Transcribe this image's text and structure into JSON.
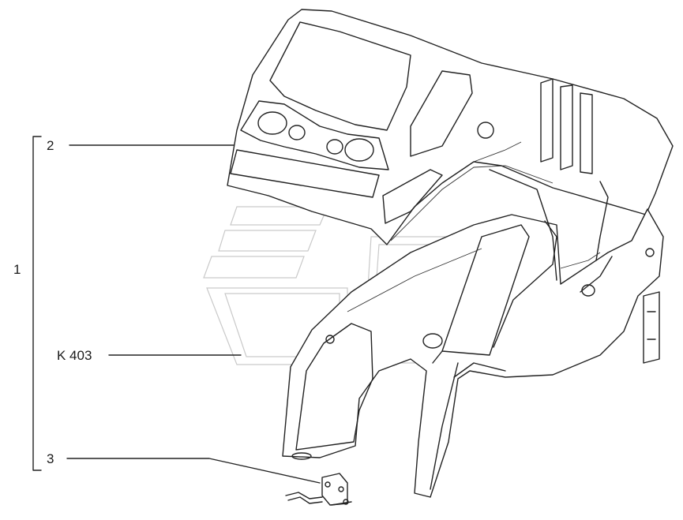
{
  "callouts": {
    "assembly": "1",
    "cab_roof": "2",
    "latch": "3",
    "reference": "K 403"
  },
  "colors": {
    "line": "#222222",
    "background": "#ffffff",
    "watermark": "#c9c9c9"
  }
}
